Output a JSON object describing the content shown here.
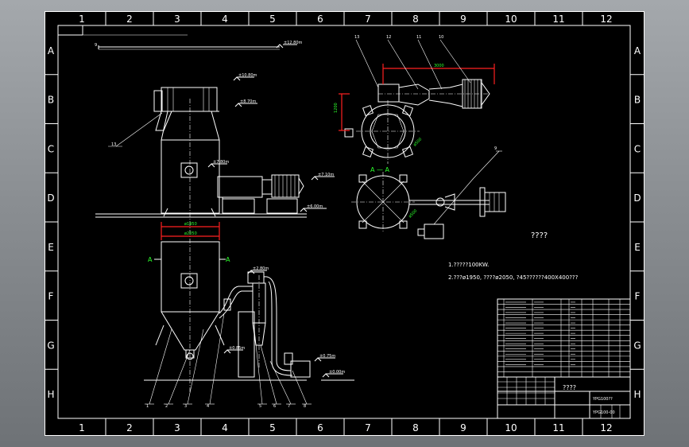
{
  "border": {
    "columns": [
      "1",
      "2",
      "3",
      "4",
      "5",
      "6",
      "7",
      "8",
      "9",
      "10",
      "11",
      "12"
    ],
    "rows": [
      "A",
      "B",
      "C",
      "D",
      "E",
      "F",
      "G",
      "H"
    ]
  },
  "elevations": {
    "top": "±12.80m",
    "e1": "±10.80m",
    "e2": "±8.70m",
    "e3": "±7.80m",
    "e4": "±7.10m",
    "e5": "±6.00m",
    "e6": "±2.80m",
    "e7": "±0.85m",
    "e8": "±0.75m",
    "e9": "±0.00m"
  },
  "section_marks": {
    "left": "A",
    "right": "A",
    "plan_label": "A — A"
  },
  "leaders": {
    "left": [
      "1",
      "2",
      "3",
      "4",
      "5",
      "6",
      "7",
      "8"
    ],
    "top_right": [
      "13",
      "12",
      "11",
      "10"
    ],
    "mid": [
      "9"
    ],
    "side": "13"
  },
  "dims": {
    "d_top": "3000",
    "d_left": "1200",
    "d_body1": "ø1950",
    "d_body2": "ø2050",
    "d_rot1": "ø500",
    "d_rot2": "ø500"
  },
  "notes": {
    "heading": "????",
    "line1": "1.?????100KW.",
    "line2": "2.???ø1950, ????ø2050, ?45??????400X400???"
  },
  "title_block": {
    "name": "????",
    "project": "YPG100??",
    "code": "YPG100-00"
  }
}
